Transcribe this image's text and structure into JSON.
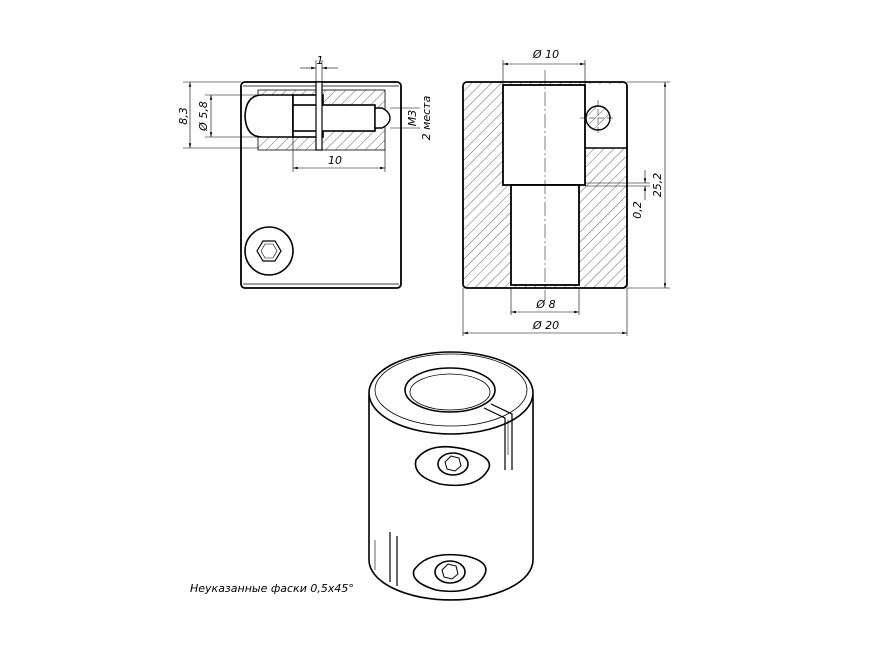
{
  "front_view": {
    "dim_slot_width": "1",
    "dim_height": "8,3",
    "dim_head_diameter": "Ø 5,8",
    "dim_length": "10",
    "dim_thread": "M3",
    "dim_thread_count": "2 места"
  },
  "section_view": {
    "dim_top_bore": "Ø 10",
    "dim_bottom_bore": "Ø 8",
    "dim_outer": "Ø 20",
    "dim_height": "25,2",
    "dim_step": "0,2"
  },
  "note": "Неуказанные фаски 0,5x45°",
  "colors": {
    "line": "#000000",
    "background": "#ffffff"
  }
}
